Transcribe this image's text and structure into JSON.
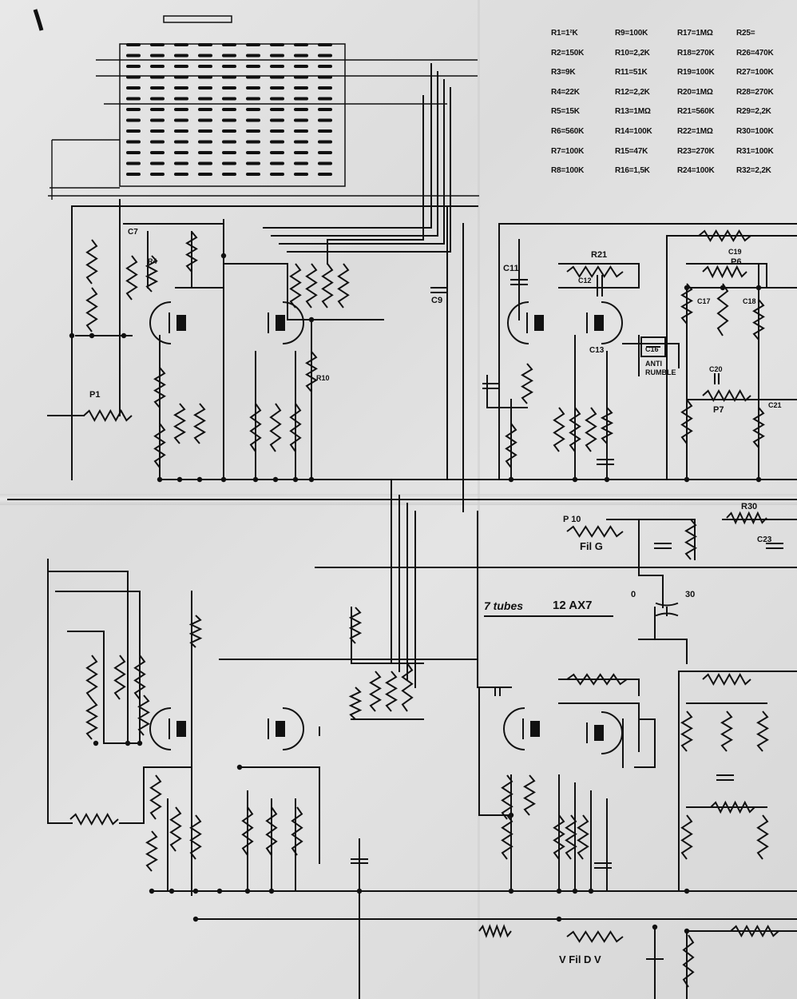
{
  "resistor_table": {
    "columns": [
      [
        "R1=1²K",
        "R2=150K",
        "R3=9K",
        "R4=22K",
        "R5=15K",
        "R6=560K",
        "R7=100K",
        "R8=100K"
      ],
      [
        "R9=100K",
        "R10=2,2K",
        "R11=51K",
        "R12=2,2K",
        "R13=1MΩ",
        "R14=100K",
        "R15=47K",
        "R16=1,5K"
      ],
      [
        "R17=1MΩ",
        "R18=270K",
        "R19=100K",
        "R20=1MΩ",
        "R21=560K",
        "R22=1MΩ",
        "R23=270K",
        "R24=100K"
      ],
      [
        "R25=",
        "R26=470K",
        "R27=100K",
        "R28=270K",
        "R29=2,2K",
        "R30=100K",
        "R31=100K",
        "R32=2,2K"
      ]
    ]
  },
  "note": {
    "tube_count": "7 tubes",
    "tube_type": "12 AX7"
  },
  "labels": {
    "p1": "P1",
    "p6": "P6",
    "p7": "P7",
    "p10": "P 10",
    "fil_g": "Fil G",
    "fil_d": "V Fil D V",
    "anti_rumble": "ANTI RUMBLE",
    "sw_left": "0",
    "sw_right": "30",
    "r4": "R4",
    "r10": "R10",
    "r21": "R21",
    "r30": "R30",
    "c9": "C9",
    "c11": "C11",
    "c12": "C12",
    "c13": "C13",
    "c16": "C16",
    "c17": "C17",
    "c18": "C18",
    "c19": "C19",
    "c20": "C20",
    "c21": "C21",
    "c23": "C23",
    "c7": "C7"
  }
}
